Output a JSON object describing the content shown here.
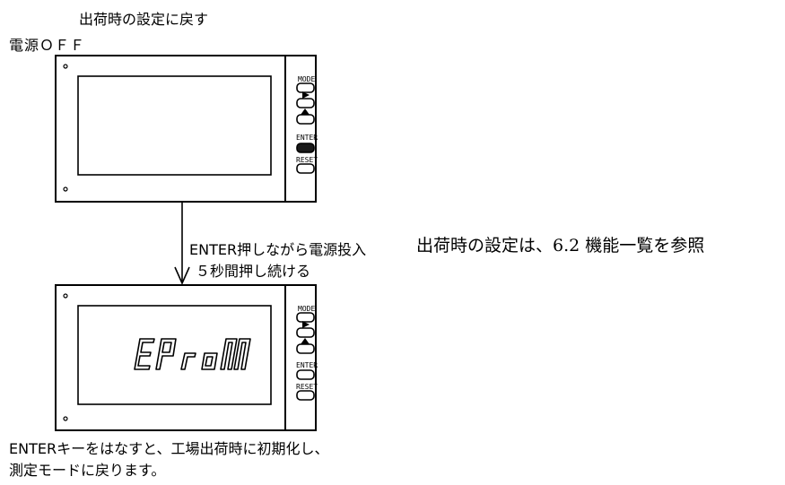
{
  "diagram": {
    "title": "出荷時の設定に戻す",
    "power_off": "電源ＯＦＦ",
    "step_line1": "ENTER押しながら電源投入",
    "step_line2": "５秒間押し続ける",
    "reference_note": "出荷時の設定は、6.2 機能一覧を参照",
    "result_line1": "ENTERキーをはなすと、工場出荷時に初期化し、",
    "result_line2": "測定モードに戻ります。",
    "device_top": {
      "display_text": "",
      "buttons": [
        "MODE",
        "",
        "",
        "ENTER",
        "RESET"
      ],
      "enter_pressed": true
    },
    "device_bottom": {
      "display_text": "EProM",
      "buttons": [
        "MODE",
        "",
        "",
        "ENTER",
        "RESET"
      ],
      "enter_pressed": false
    }
  }
}
